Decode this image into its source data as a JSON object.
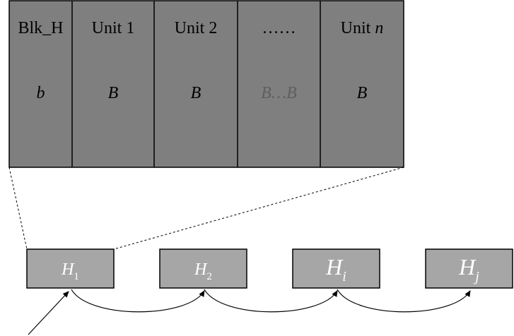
{
  "block": {
    "fill": "#7f7f7f",
    "cells": [
      {
        "header": "Blk_H",
        "header_italic_part": "",
        "content": "b",
        "content_color": "#000000"
      },
      {
        "header": "Unit 1",
        "header_italic_part": "",
        "content": "B",
        "content_color": "#000000"
      },
      {
        "header": "Unit 2",
        "header_italic_part": "",
        "content": "B",
        "content_color": "#000000"
      },
      {
        "header": "……",
        "header_italic_part": "",
        "content": "B…B",
        "content_color": "#5f5f5f"
      },
      {
        "header": "Unit ",
        "header_italic_part": "n",
        "content": "B",
        "content_color": "#000000"
      }
    ]
  },
  "chain": {
    "fill": "#a6a6a6",
    "nodes": [
      {
        "base": "H",
        "sub": "1"
      },
      {
        "base": "H",
        "sub": "2"
      },
      {
        "base": "H",
        "sub": "i"
      },
      {
        "base": "H",
        "sub": "j"
      }
    ]
  }
}
